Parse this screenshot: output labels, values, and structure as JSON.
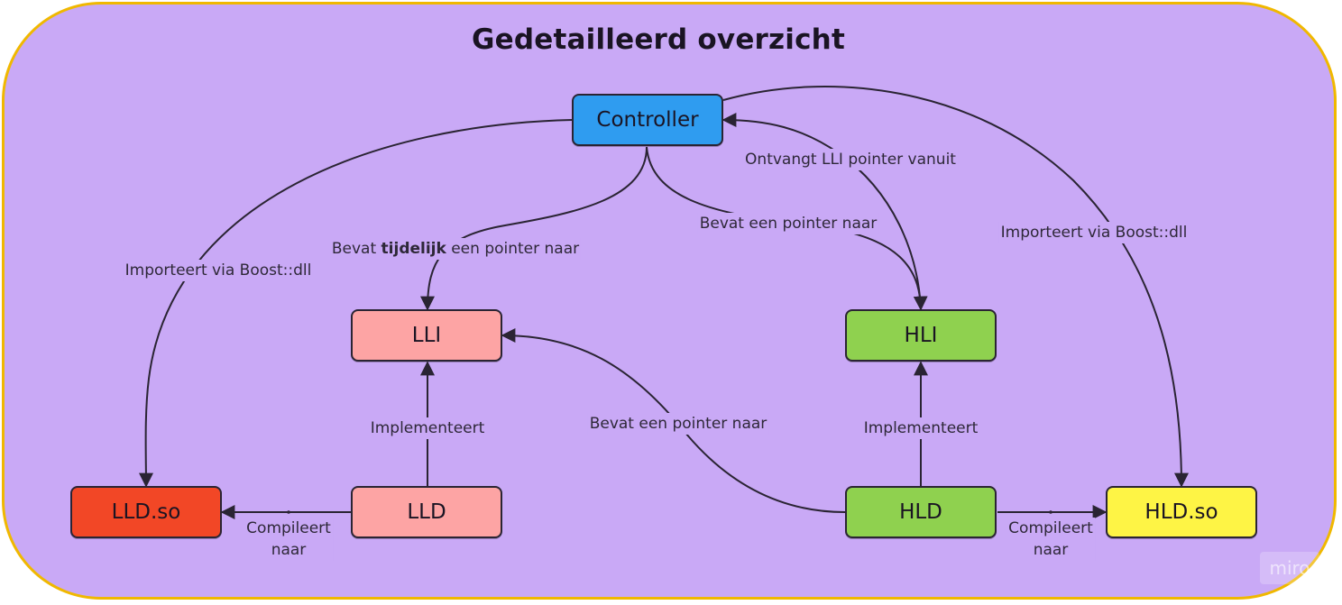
{
  "title": "Gedetailleerd overzicht",
  "nodes": {
    "controller": {
      "label": "Controller",
      "color": "#2f9cf0"
    },
    "lli": {
      "label": "LLI",
      "color": "#fda4a4"
    },
    "hli": {
      "label": "HLI",
      "color": "#8fd14f"
    },
    "lld_so": {
      "label": "LLD.so",
      "color": "#f24726"
    },
    "lld": {
      "label": "LLD",
      "color": "#fda4a4"
    },
    "hld": {
      "label": "HLD",
      "color": "#8fd14f"
    },
    "hld_so": {
      "label": "HLD.so",
      "color": "#fef445"
    }
  },
  "edges": {
    "controller_lli": {
      "pre": "Bevat ",
      "bold": "tijdelijk",
      "post": " een pointer naar"
    },
    "controller_hli": "Bevat een pointer naar",
    "hli_controller": "Ontvangt LLI pointer vanuit",
    "controller_lldso": "Importeert via Boost::dll",
    "controller_hldso": "Importeert via Boost::dll",
    "lld_lli": "Implementeert",
    "hld_hli": "Implementeert",
    "hld_lli": "Bevat een pointer naar",
    "lld_lldso": [
      "Compileert",
      "naar"
    ],
    "hld_hldso": [
      "Compileert",
      "naar"
    ]
  },
  "colors": {
    "background": "#c9a9f6",
    "border": "#f0b800",
    "edge": "#2a2433"
  },
  "watermark": "miro"
}
